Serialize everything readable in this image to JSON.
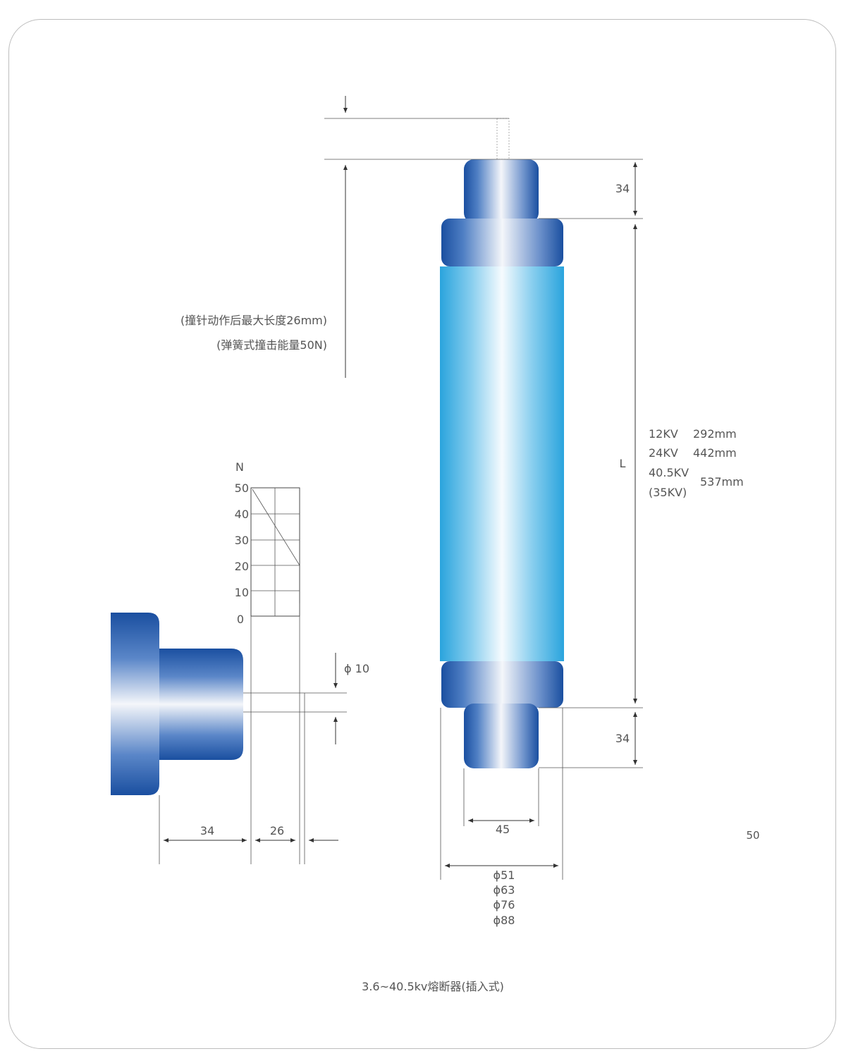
{
  "caption": "3.6~40.5kv熔断器(插入式)",
  "page_number": "50",
  "notes": {
    "striker_length": "(撞针动作后最大长度26mm)",
    "striker_energy": "(弹簧式撞击能量50N)"
  },
  "dimensions": {
    "top_cap_height": "34",
    "bottom_cap_height": "34",
    "length_label": "L",
    "cap_diameter": "45",
    "diameters": [
      "ϕ51",
      "ϕ63",
      "ϕ76",
      "ϕ88"
    ],
    "pin_diameter": "ϕ 10",
    "side_cap_length": "34",
    "stroke_length": "26"
  },
  "length_table": [
    {
      "voltage": "12KV",
      "length": "292mm"
    },
    {
      "voltage": "24KV",
      "length": "442mm"
    },
    {
      "voltage": "40.5KV",
      "length": ""
    },
    {
      "voltage": "(35KV)",
      "length": "537mm"
    }
  ],
  "force_chart": {
    "axis_label": "N",
    "ticks": [
      "50",
      "40",
      "30",
      "20",
      "10",
      "0"
    ]
  },
  "colors": {
    "tube_blue": "#35aee2",
    "cap_blue": "#1e58a8",
    "frame": "#bdbdbd"
  }
}
